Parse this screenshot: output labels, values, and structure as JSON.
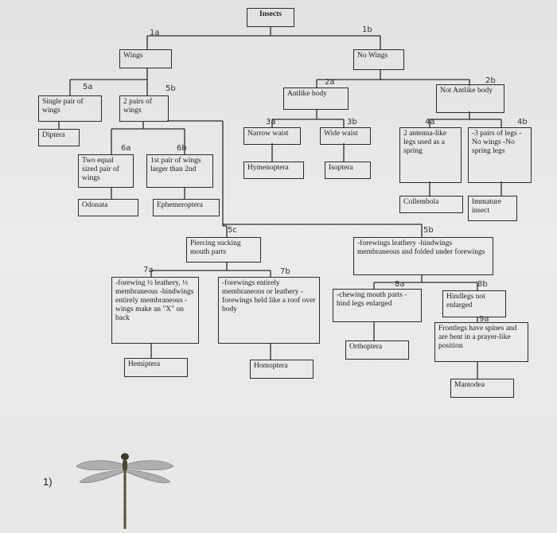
{
  "nodes": {
    "insects": "Insects",
    "wings": "Wings",
    "no_wings": "No Wings",
    "single_pair": "Single pair of wings",
    "two_pairs": "2 pairs of wings",
    "diptera": "Diptera",
    "two_equal": "Two equal sized pair of wings",
    "first_pair_larger": "1st pair of wings larger than 2nd",
    "odonata": "Odonata",
    "ephemeroptera": "Ephemeroptera",
    "antlike": "Antlike body",
    "not_antlike": "Not Antlike body",
    "narrow_waist": "Narrow waist",
    "wide_waist": "Wide waist",
    "hymenoptera": "Hymenoptera",
    "isoptera": "Isoptera",
    "antenna_legs": "2 antenna-like legs used as a spring",
    "three_pairs": "-3 pairs of legs -No wings -No spring legs",
    "collembola": "Collembola",
    "immature": "Immature insect",
    "piercing": "Piercing sucking mouth parts",
    "forewings_half": "-forewing ½ leathery, ½ membraneous -hindwings entirely membraneous -wings make an \"X\" on back",
    "forewings_entirely": "-forewings entirely membraneous or leathery -forewings held like a roof over body",
    "hemiptera": "Hemiptera",
    "homoptera": "Homoptera",
    "forewings_leathery": "-forewings leathery -hindwings membraneous and folded under forewings",
    "chewing": "-chewing mouth parts -hind legs enlarged",
    "hindlegs_not": "Hindlegs not enlarged",
    "orthoptera": "Orthoptera",
    "frontlegs": "Frontlegs have spines and are bent in a prayer-like position",
    "mantodea": "Mantodea"
  },
  "labels": {
    "l1a": "1a",
    "l1b": "1b",
    "l5a": "5a",
    "l5b": "5b",
    "l6a": "6a",
    "l6b": "6b",
    "l2a": "2a",
    "l2b": "2b",
    "l3a": "3a",
    "l3b": "3b",
    "l4a": "4a",
    "l4b": "4b",
    "l5c": "5c",
    "l7a": "7a",
    "l7b": "7b",
    "l5b2": "5b",
    "l8a": "8a",
    "l8b": "8b",
    "l9a": "9a"
  },
  "question_number": "1)",
  "image": {
    "icon": "dragonfly-icon"
  }
}
